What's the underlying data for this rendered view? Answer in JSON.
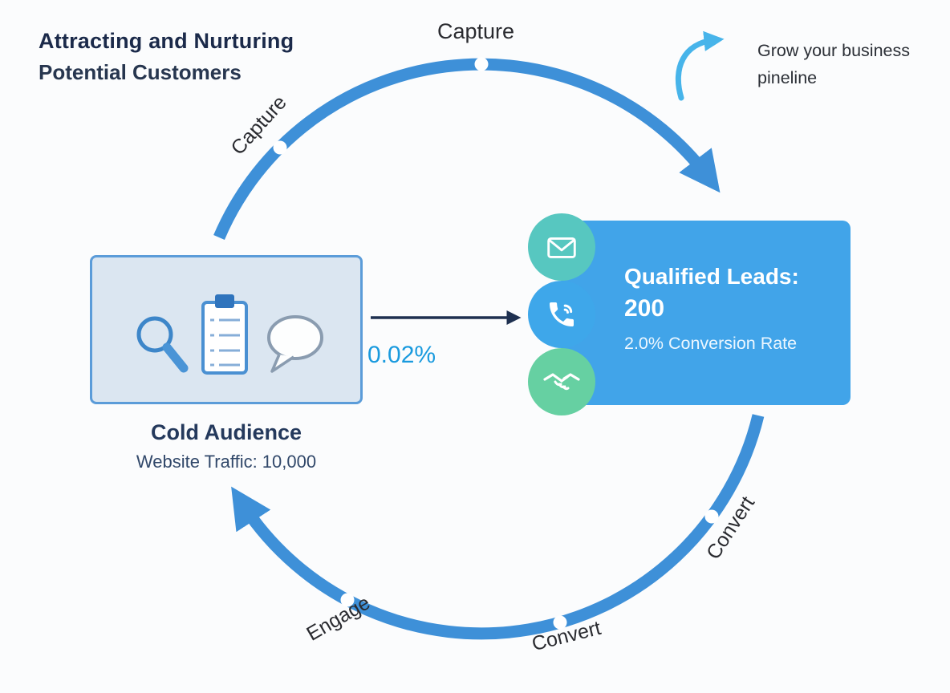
{
  "page": {
    "background": "#fbfcfd"
  },
  "title": {
    "line1": "Attracting and Nurturing",
    "line2": "Potential Customers"
  },
  "cycle": {
    "arc_color": "#3e90d8",
    "labels": {
      "top": "Capture",
      "upper_left": "Capture",
      "right": "Convert",
      "bottom": "Convert",
      "bottom_left": "Engage"
    }
  },
  "annotation": {
    "line1": "Grow your business",
    "line2": "pineline"
  },
  "cold_audience": {
    "title": "Cold Audience",
    "subtitle": "Website Traffic: 10,000",
    "icons": [
      "magnifier-icon",
      "clipboard-icon",
      "speech-bubble-icon"
    ]
  },
  "flow": {
    "conversion_label": "0.02%"
  },
  "qualified_leads": {
    "title": "Qualified Leads:",
    "value": "200",
    "subtitle": "2.0% Conversion Rate",
    "icons": [
      "envelope-icon",
      "phone-icon",
      "handshake-icon"
    ],
    "colors": {
      "box": "#41a4e9",
      "envelope_circle": "#57c7c0",
      "phone_circle": "#3ea7ea",
      "handshake_circle": "#66d0a2"
    }
  }
}
